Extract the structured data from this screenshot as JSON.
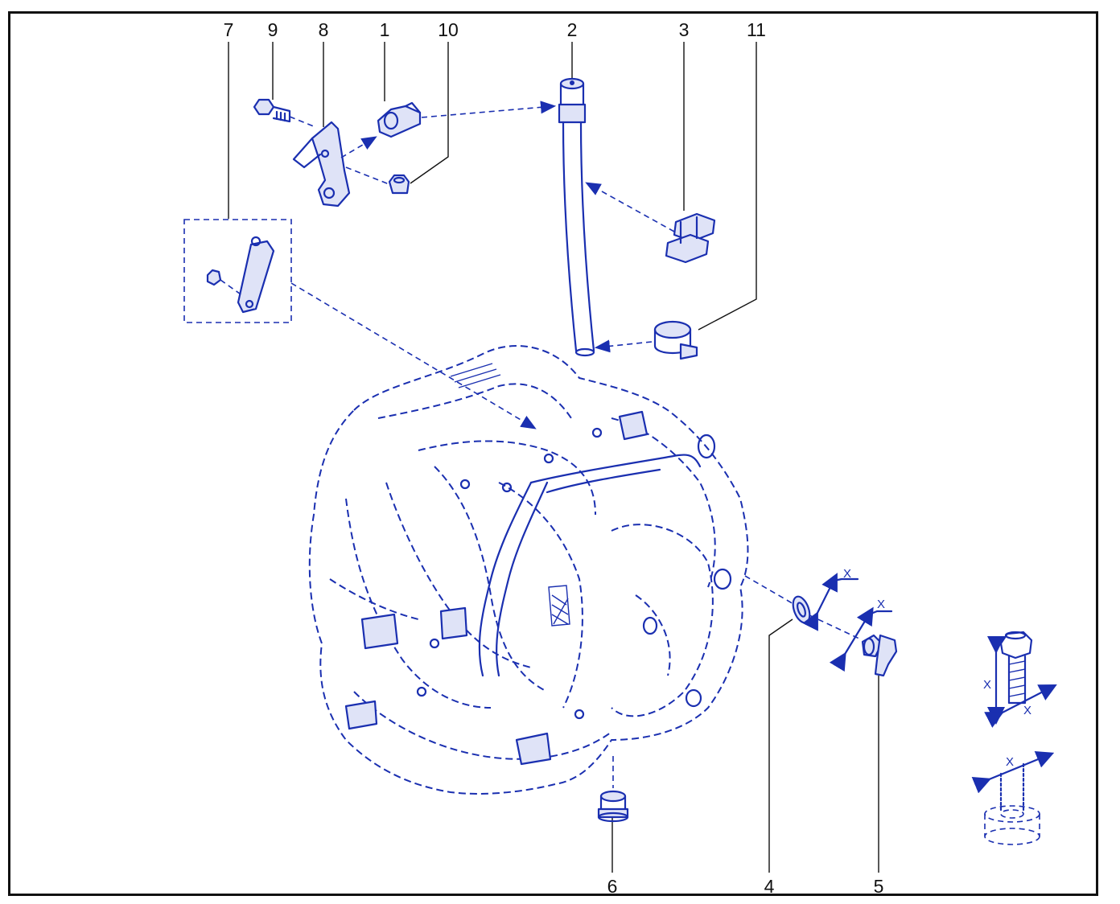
{
  "diagram": {
    "callouts": {
      "c1": "1",
      "c2": "2",
      "c3": "3",
      "c4": "4",
      "c5": "5",
      "c6": "6",
      "c7": "7",
      "c8": "8",
      "c9": "9",
      "c10": "10",
      "c11": "11"
    },
    "dimension_symbol": "X",
    "line_color": "#1a2fb0",
    "callout_color": "#111111"
  }
}
